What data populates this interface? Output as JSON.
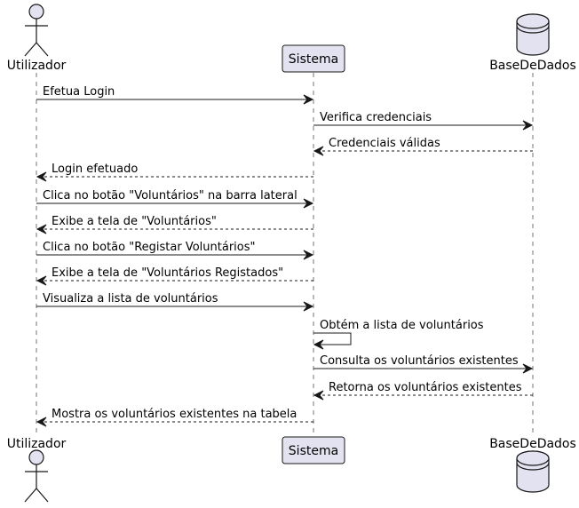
{
  "participants": [
    {
      "id": "user",
      "name": "Utilizador",
      "kind": "actor"
    },
    {
      "id": "sys",
      "name": "Sistema",
      "kind": "participant"
    },
    {
      "id": "db",
      "name": "BaseDeDados",
      "kind": "database"
    }
  ],
  "colors": {
    "participant_fill": "#E2E2F0",
    "participant_stroke": "#181818",
    "lifeline": "#181818",
    "arrow": "#181818",
    "background": "#FFFFFF"
  },
  "messages": [
    {
      "from": "user",
      "to": "sys",
      "label": "Efetua Login",
      "style": "solid"
    },
    {
      "from": "sys",
      "to": "db",
      "label": "Verifica credenciais",
      "style": "solid"
    },
    {
      "from": "db",
      "to": "sys",
      "label": "Credenciais válidas",
      "style": "dashed"
    },
    {
      "from": "sys",
      "to": "user",
      "label": "Login efetuado",
      "style": "dashed"
    },
    {
      "from": "user",
      "to": "sys",
      "label": "Clica no botão \"Voluntários\" na barra lateral",
      "style": "solid"
    },
    {
      "from": "sys",
      "to": "user",
      "label": "Exibe a tela de \"Voluntários\"",
      "style": "dashed"
    },
    {
      "from": "user",
      "to": "sys",
      "label": "Clica no botão \"Registar Voluntários\"",
      "style": "solid"
    },
    {
      "from": "sys",
      "to": "user",
      "label": "Exibe a tela de \"Voluntários Registados\"",
      "style": "dashed"
    },
    {
      "from": "user",
      "to": "sys",
      "label": "Visualiza a lista de voluntários",
      "style": "solid"
    },
    {
      "from": "sys",
      "to": "sys",
      "label": "Obtém a lista de voluntários",
      "style": "solid"
    },
    {
      "from": "sys",
      "to": "db",
      "label": "Consulta os voluntários existentes",
      "style": "solid"
    },
    {
      "from": "db",
      "to": "sys",
      "label": "Retorna os voluntários existentes",
      "style": "dashed"
    },
    {
      "from": "sys",
      "to": "user",
      "label": "Mostra os voluntários existentes na tabela",
      "style": "dashed"
    }
  ]
}
